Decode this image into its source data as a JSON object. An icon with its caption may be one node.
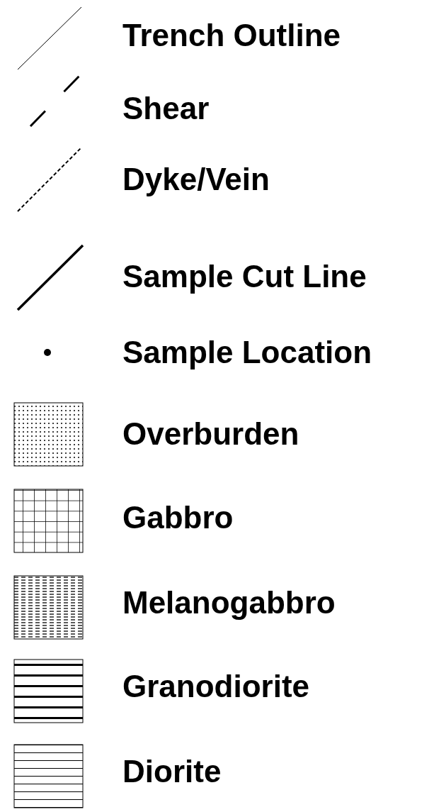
{
  "diagram": {
    "legend": [
      {
        "text": "Trench Outline"
      },
      {
        "text": "Shear"
      },
      {
        "text": "Dyke/Vein"
      },
      {
        "text": "Sample Cut Line"
      },
      {
        "text": "Sample Location"
      },
      {
        "text": "Overburden"
      },
      {
        "text": "Gabbro"
      },
      {
        "text": "Melanogabbro"
      },
      {
        "text": "Granodiorite"
      },
      {
        "text": "Diorite"
      }
    ]
  }
}
